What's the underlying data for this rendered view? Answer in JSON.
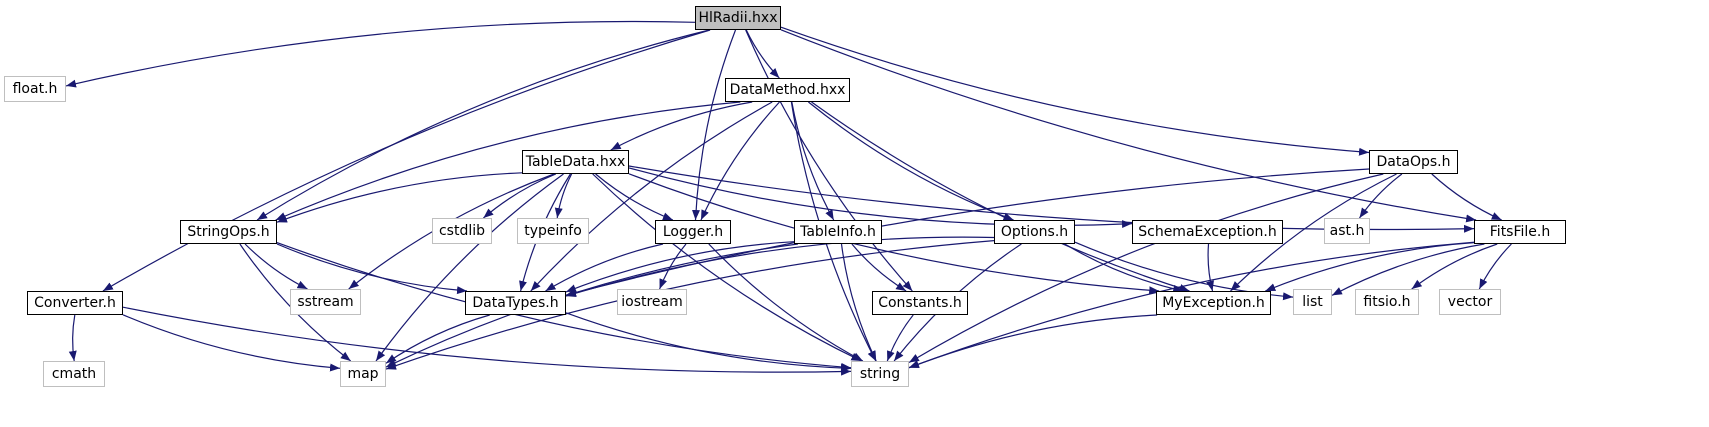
{
  "diagram": {
    "colors": {
      "edge": "#191970",
      "documented_border": "#000000",
      "external_border": "#bfbfbf",
      "root_fill": "#bfbfbf"
    },
    "nodes": [
      {
        "id": "hlradii",
        "label": "HlRadii.hxx",
        "kind": "root"
      },
      {
        "id": "float",
        "label": "float.h",
        "kind": "external"
      },
      {
        "id": "datamethod",
        "label": "DataMethod.hxx",
        "kind": "documented"
      },
      {
        "id": "tabledata",
        "label": "TableData.hxx",
        "kind": "documented"
      },
      {
        "id": "dataops",
        "label": "DataOps.h",
        "kind": "documented"
      },
      {
        "id": "stringops",
        "label": "StringOps.h",
        "kind": "documented"
      },
      {
        "id": "cstdlib",
        "label": "cstdlib",
        "kind": "external"
      },
      {
        "id": "typeinfo",
        "label": "typeinfo",
        "kind": "external"
      },
      {
        "id": "logger",
        "label": "Logger.h",
        "kind": "documented"
      },
      {
        "id": "tableinfo",
        "label": "TableInfo.h",
        "kind": "documented"
      },
      {
        "id": "options",
        "label": "Options.h",
        "kind": "documented"
      },
      {
        "id": "schemaexception",
        "label": "SchemaException.h",
        "kind": "documented"
      },
      {
        "id": "ast",
        "label": "ast.h",
        "kind": "external"
      },
      {
        "id": "fitsfile",
        "label": "FitsFile.h",
        "kind": "documented"
      },
      {
        "id": "converter",
        "label": "Converter.h",
        "kind": "documented"
      },
      {
        "id": "sstream",
        "label": "sstream",
        "kind": "external"
      },
      {
        "id": "datatypes",
        "label": "DataTypes.h",
        "kind": "documented"
      },
      {
        "id": "iostream",
        "label": "iostream",
        "kind": "external"
      },
      {
        "id": "constants",
        "label": "Constants.h",
        "kind": "documented"
      },
      {
        "id": "myexception",
        "label": "MyException.h",
        "kind": "documented"
      },
      {
        "id": "list",
        "label": "list",
        "kind": "external"
      },
      {
        "id": "fitsio",
        "label": "fitsio.h",
        "kind": "external"
      },
      {
        "id": "vector",
        "label": "vector",
        "kind": "external"
      },
      {
        "id": "cmath",
        "label": "cmath",
        "kind": "external"
      },
      {
        "id": "map",
        "label": "map",
        "kind": "external"
      },
      {
        "id": "string",
        "label": "string",
        "kind": "external"
      }
    ],
    "edges": [
      [
        "hlradii",
        "float"
      ],
      [
        "hlradii",
        "converter"
      ],
      [
        "hlradii",
        "stringops"
      ],
      [
        "hlradii",
        "datamethod"
      ],
      [
        "hlradii",
        "logger"
      ],
      [
        "hlradii",
        "constants"
      ],
      [
        "hlradii",
        "dataops"
      ],
      [
        "hlradii",
        "fitsfile"
      ],
      [
        "datamethod",
        "stringops"
      ],
      [
        "datamethod",
        "datatypes"
      ],
      [
        "datamethod",
        "tabledata"
      ],
      [
        "datamethod",
        "logger"
      ],
      [
        "datamethod",
        "tableinfo"
      ],
      [
        "datamethod",
        "string"
      ],
      [
        "datamethod",
        "options"
      ],
      [
        "datamethod",
        "myexception"
      ],
      [
        "tabledata",
        "map"
      ],
      [
        "tabledata",
        "stringops"
      ],
      [
        "tabledata",
        "sstream"
      ],
      [
        "tabledata",
        "datatypes"
      ],
      [
        "tabledata",
        "cstdlib"
      ],
      [
        "tabledata",
        "typeinfo"
      ],
      [
        "tabledata",
        "string"
      ],
      [
        "tabledata",
        "logger"
      ],
      [
        "tabledata",
        "schemaexception"
      ],
      [
        "tabledata",
        "myexception"
      ],
      [
        "tabledata",
        "fitsfile"
      ],
      [
        "dataops",
        "datatypes"
      ],
      [
        "dataops",
        "ast"
      ],
      [
        "dataops",
        "myexception"
      ],
      [
        "dataops",
        "fitsfile"
      ],
      [
        "dataops",
        "string"
      ],
      [
        "stringops",
        "sstream"
      ],
      [
        "stringops",
        "datatypes"
      ],
      [
        "stringops",
        "map"
      ],
      [
        "stringops",
        "string"
      ],
      [
        "logger",
        "datatypes"
      ],
      [
        "logger",
        "iostream"
      ],
      [
        "logger",
        "string"
      ],
      [
        "tableinfo",
        "datatypes"
      ],
      [
        "tableinfo",
        "constants"
      ],
      [
        "tableinfo",
        "map"
      ],
      [
        "tableinfo",
        "string"
      ],
      [
        "options",
        "datatypes"
      ],
      [
        "options",
        "myexception"
      ],
      [
        "options",
        "list"
      ],
      [
        "options",
        "map"
      ],
      [
        "options",
        "string"
      ],
      [
        "schemaexception",
        "myexception"
      ],
      [
        "fitsfile",
        "myexception"
      ],
      [
        "fitsfile",
        "list"
      ],
      [
        "fitsfile",
        "fitsio"
      ],
      [
        "fitsfile",
        "vector"
      ],
      [
        "fitsfile",
        "string"
      ],
      [
        "converter",
        "cmath"
      ],
      [
        "converter",
        "map"
      ],
      [
        "converter",
        "string"
      ],
      [
        "datatypes",
        "map"
      ],
      [
        "datatypes",
        "string"
      ],
      [
        "constants",
        "string"
      ],
      [
        "myexception",
        "string"
      ]
    ]
  }
}
